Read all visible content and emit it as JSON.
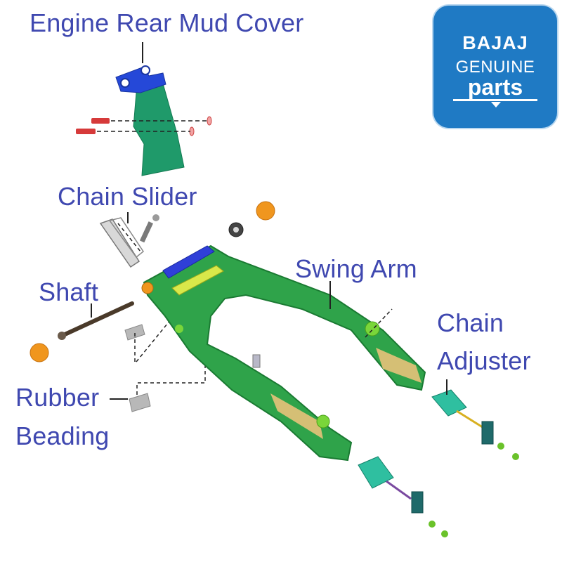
{
  "labels": {
    "engine_rear_mud_cover": "Engine Rear Mud Cover",
    "chain_slider": "Chain Slider",
    "swing_arm": "Swing Arm",
    "shaft": "Shaft",
    "chain_adjuster_line1": "Chain",
    "chain_adjuster_line2": "Adjuster",
    "rubber_beading_line1": "Rubber",
    "rubber_beading_line2": "Beading"
  },
  "logo": {
    "brand": "BAJAJ",
    "line2": "GENUINE",
    "line3": "parts",
    "background": "#1f7ac4"
  },
  "colors": {
    "label_text": "#3f48b0",
    "swing_arm": "#2fa34a",
    "mud_cover": "#1f9a6a",
    "bolts": "#d63a3a",
    "bushing": "#f0961e",
    "pivot_bar": "#2f3fd8",
    "bracket": "#e8c27a"
  }
}
